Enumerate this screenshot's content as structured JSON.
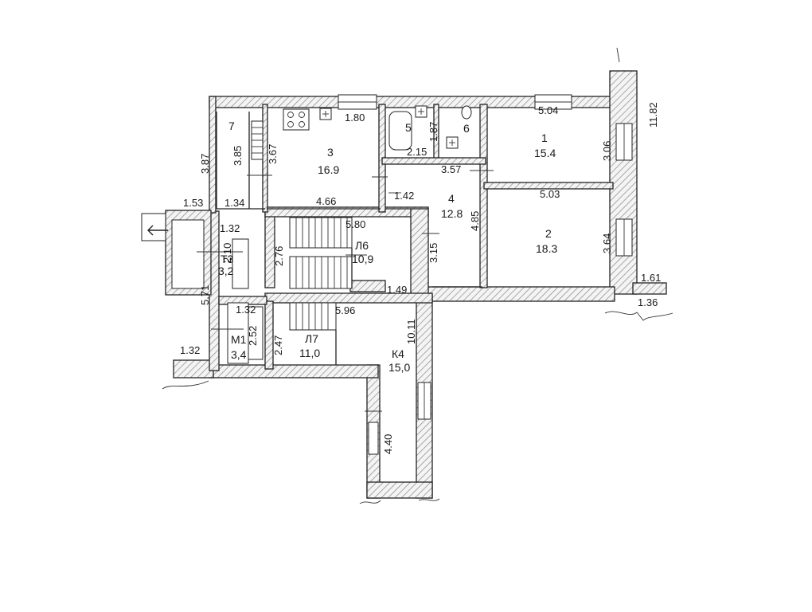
{
  "rooms": {
    "r1": {
      "num": "1",
      "area": "15.4"
    },
    "r2": {
      "num": "2",
      "area": "18.3"
    },
    "r3": {
      "num": "3",
      "area": "16.9"
    },
    "r4": {
      "num": "4",
      "area": "12.8"
    },
    "r5": {
      "num": "5"
    },
    "r6": {
      "num": "6"
    },
    "r7": {
      "num": "7"
    },
    "l6": {
      "num": "Л6",
      "area": "10,9"
    },
    "l7": {
      "num": "Л7",
      "area": "11,0"
    },
    "k4": {
      "num": "К4",
      "area": "15,0"
    },
    "m1": {
      "num": "М1",
      "area": "3,4"
    },
    "t3": {
      "num": "Т3",
      "area": "3,2"
    }
  },
  "dimensions": {
    "d_1_80": "1.80",
    "d_1_87": "1.87",
    "d_5_04": "5.04",
    "d_11_82": "11.82",
    "d_3_87": "3.87",
    "d_3_85": "3.85",
    "d_3_67": "3.67",
    "d_2_15": "2.15",
    "d_3_57": "3.57",
    "d_3_06": "3.06",
    "d_1_53": "1.53",
    "d_1_34": "1.34",
    "d_4_66": "4.66",
    "d_1_42": "1.42",
    "d_5_03": "5.03",
    "d_1_32_a": "1.32",
    "d_5_80": "5.80",
    "d_2_10": "2.10",
    "d_2_76": "2.76",
    "d_3_15": "3.15",
    "d_4_85": "4.85",
    "d_3_64": "3.64",
    "d_1_61": "1.61",
    "d_1_36": "1.36",
    "d_5_71": "5.71",
    "d_1_49": "1.49",
    "d_1_32_b": "1.32",
    "d_5_96": "5.96",
    "d_2_52": "2.52",
    "d_2_47": "2.47",
    "d_10_11": "10.11",
    "d_1_32_c": "1.32",
    "d_4_40": "4.40"
  }
}
